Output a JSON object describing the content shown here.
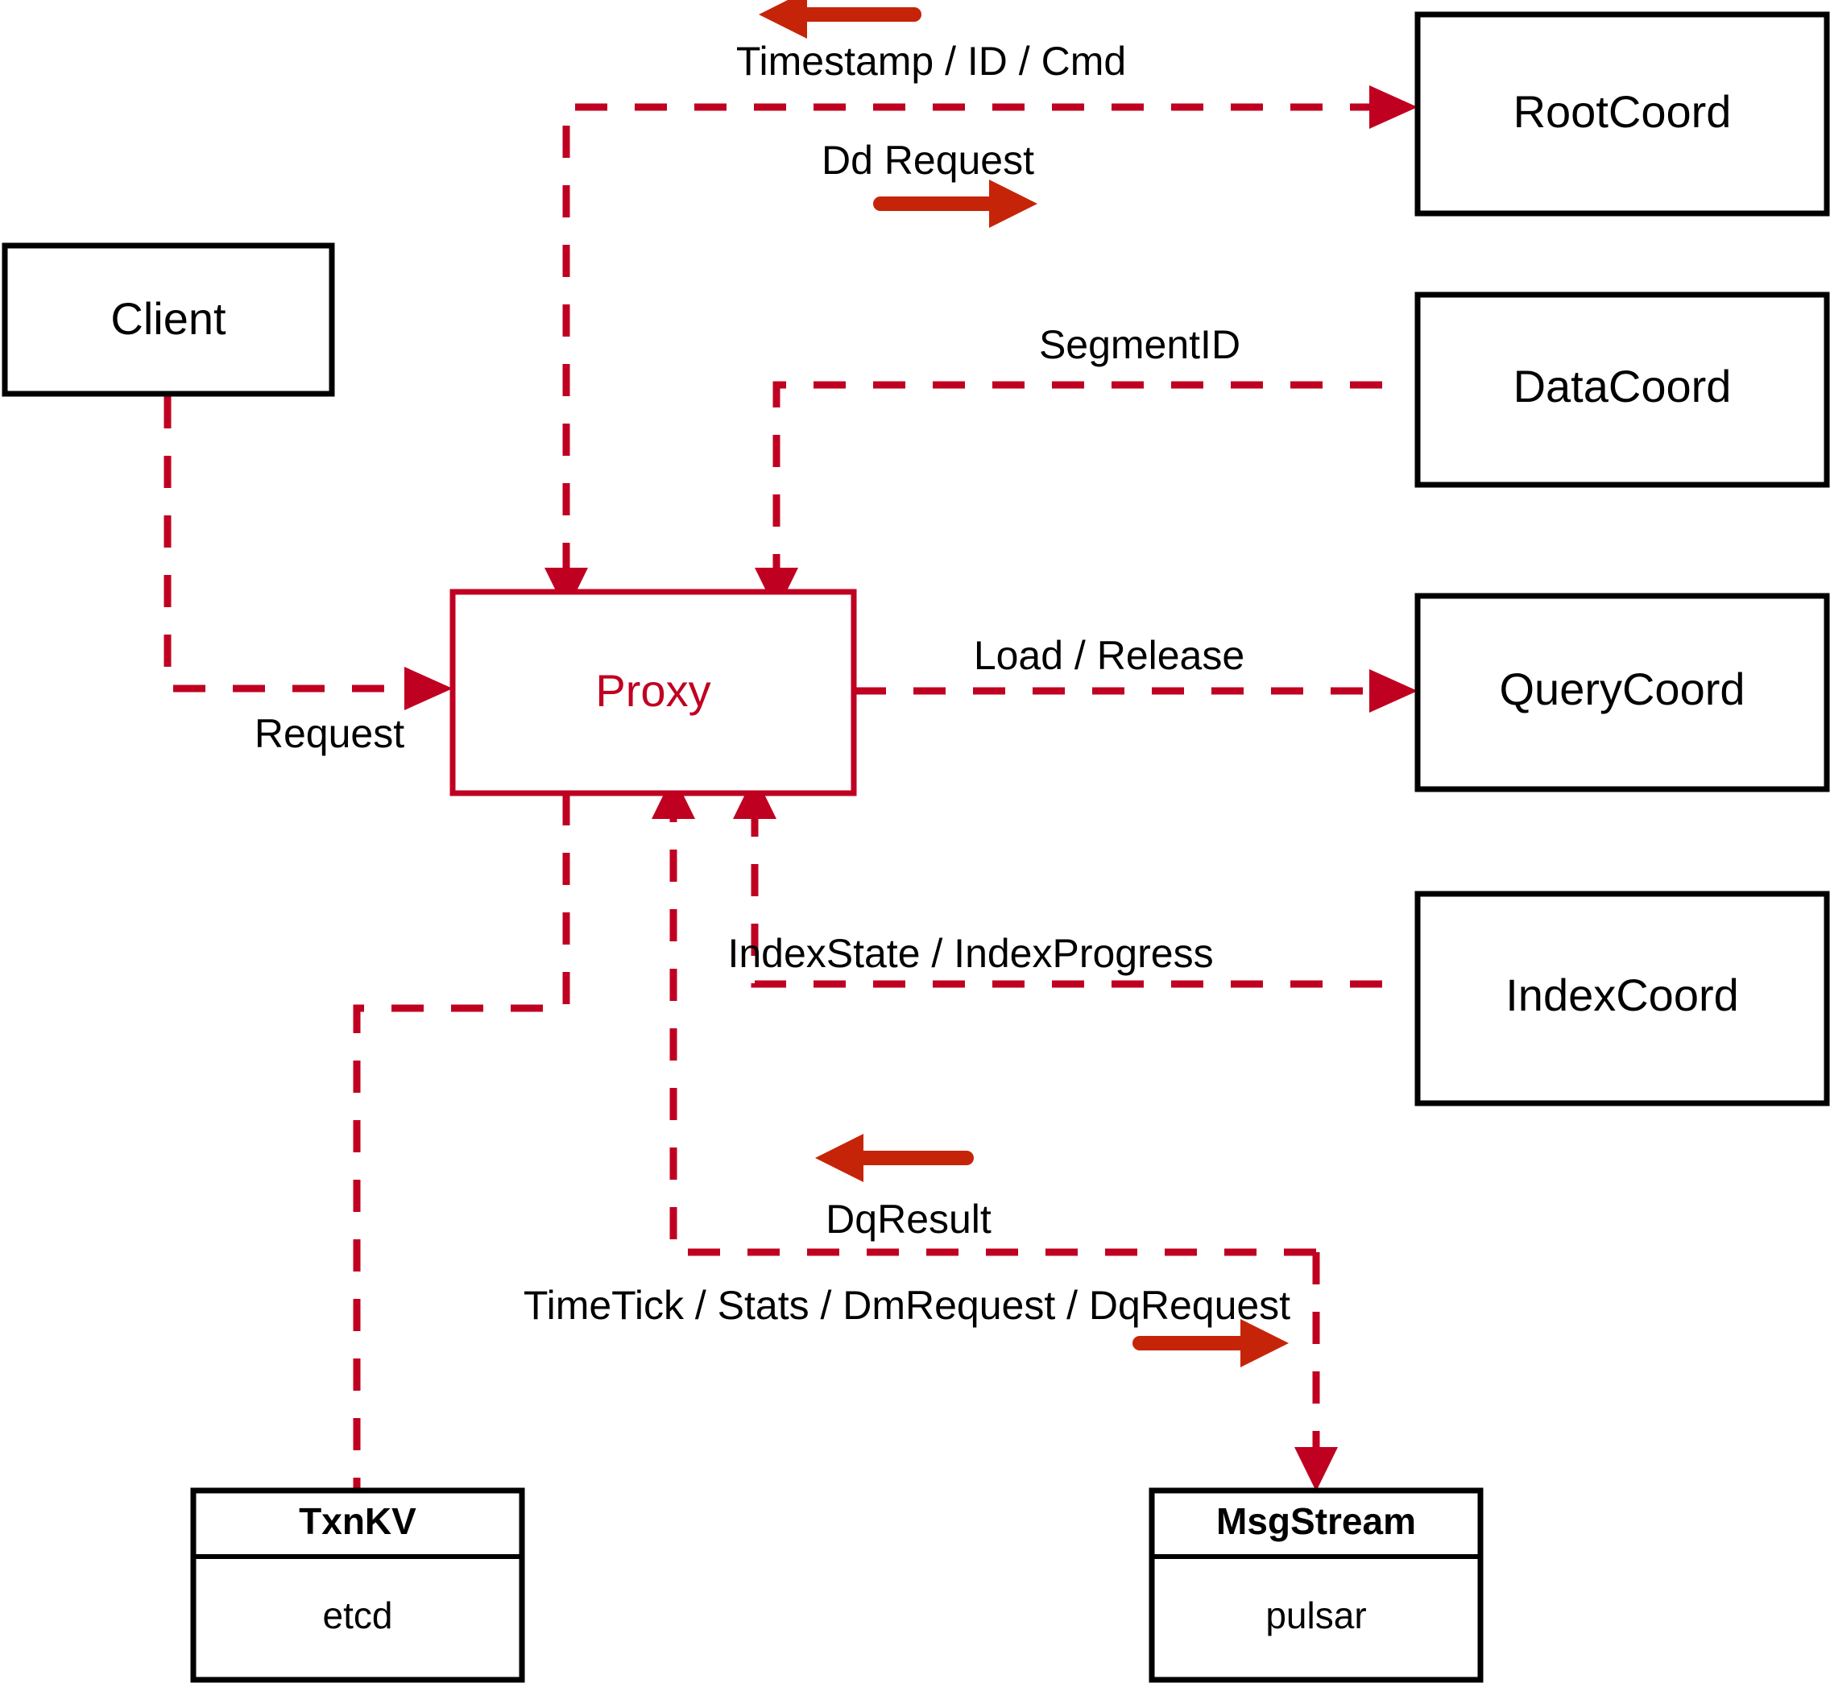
{
  "diagram": {
    "title": "Milvus Proxy interaction diagram",
    "colors": {
      "node_border": "#000000",
      "proxy_accent": "#C00021",
      "dashed_edge": "#C00021",
      "solid_arrow": "#C62408",
      "background": "#ffffff",
      "text": "#000000"
    },
    "nodes": [
      {
        "id": "client",
        "label": "Client",
        "style": "black-box"
      },
      {
        "id": "proxy",
        "label": "Proxy",
        "style": "red-box"
      },
      {
        "id": "rootcoord",
        "label": "RootCoord",
        "style": "black-box"
      },
      {
        "id": "datacoord",
        "label": "DataCoord",
        "style": "black-box"
      },
      {
        "id": "querycoord",
        "label": "QueryCoord",
        "style": "black-box"
      },
      {
        "id": "indexcoord",
        "label": "IndexCoord",
        "style": "black-box"
      },
      {
        "id": "txnkv",
        "label": "TxnKV",
        "sublabel": "etcd",
        "style": "black-box-two-row"
      },
      {
        "id": "msgstream",
        "label": "MsgStream",
        "sublabel": "pulsar",
        "style": "black-box-two-row"
      }
    ],
    "edge_labels": {
      "timestamp_id_cmd": "Timestamp / ID / Cmd",
      "dd_request": "Dd Request",
      "segment_id": "SegmentID",
      "load_release": "Load / Release",
      "index_state_progress": "IndexState / IndexProgress",
      "request": "Request",
      "dq_result": "DqResult",
      "timetick_stats": "TimeTick / Stats / DmRequest / DqRequest"
    },
    "edges": [
      {
        "id": "client-to-proxy",
        "from": "client",
        "to": "proxy",
        "label": "Request",
        "line": "dashed",
        "direction": "forward"
      },
      {
        "id": "proxy-to-rootcoord",
        "from": "proxy",
        "to": "rootcoord",
        "label": "Timestamp / ID / Cmd",
        "line": "dashed",
        "direction": "bidirectional"
      },
      {
        "id": "rootcoord-annot",
        "from": "proxy",
        "to": "rootcoord",
        "label": "Dd Request",
        "line": "solid",
        "direction": "forward"
      },
      {
        "id": "datacoord-to-proxy",
        "from": "datacoord",
        "to": "proxy",
        "label": "SegmentID",
        "line": "dashed",
        "direction": "forward"
      },
      {
        "id": "proxy-to-querycoord",
        "from": "proxy",
        "to": "querycoord",
        "label": "Load / Release",
        "line": "dashed",
        "direction": "forward"
      },
      {
        "id": "indexcoord-to-proxy",
        "from": "indexcoord",
        "to": "proxy",
        "label": "IndexState / IndexProgress",
        "line": "dashed",
        "direction": "forward"
      },
      {
        "id": "proxy-to-txnkv",
        "from": "proxy",
        "to": "txnkv",
        "label": "",
        "line": "dashed",
        "direction": "forward"
      },
      {
        "id": "msgstream-to-proxy",
        "from": "msgstream",
        "to": "proxy",
        "label": "DqResult",
        "line": "dashed",
        "direction": "forward"
      },
      {
        "id": "proxy-to-msgstream",
        "from": "proxy",
        "to": "msgstream",
        "label": "TimeTick / Stats / DmRequest / DqRequest",
        "line": "dashed",
        "direction": "forward"
      }
    ]
  }
}
